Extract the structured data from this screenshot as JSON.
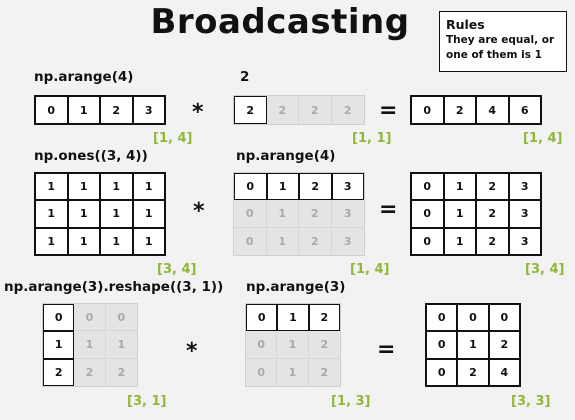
{
  "title": "Broadcasting",
  "rules": {
    "heading": "Rules",
    "line1": "They are equal, or",
    "line2": "one of them is 1"
  },
  "operators": {
    "multiply": "*",
    "equals": "="
  },
  "rows": [
    {
      "a_label": "np.arange(4)",
      "a_shape": "[1, 4]",
      "a_values": [
        [
          "0",
          "1",
          "2",
          "3"
        ]
      ],
      "b_label": "2",
      "b_shape": "[1, 1]",
      "b_values": [
        [
          "2",
          "2",
          "2",
          "2"
        ]
      ],
      "r_shape": "[1, 4]",
      "r_values": [
        [
          "0",
          "2",
          "4",
          "6"
        ]
      ]
    },
    {
      "a_label": "np.ones((3, 4))",
      "a_shape": "[3, 4]",
      "a_values": [
        [
          "1",
          "1",
          "1",
          "1"
        ],
        [
          "1",
          "1",
          "1",
          "1"
        ],
        [
          "1",
          "1",
          "1",
          "1"
        ]
      ],
      "b_label": "np.arange(4)",
      "b_shape": "[1, 4]",
      "b_values": [
        [
          "0",
          "1",
          "2",
          "3"
        ],
        [
          "0",
          "1",
          "2",
          "3"
        ],
        [
          "0",
          "1",
          "2",
          "3"
        ]
      ],
      "r_shape": "[3, 4]",
      "r_values": [
        [
          "0",
          "1",
          "2",
          "3"
        ],
        [
          "0",
          "1",
          "2",
          "3"
        ],
        [
          "0",
          "1",
          "2",
          "3"
        ]
      ]
    },
    {
      "a_label": "np.arange(3).reshape((3, 1))",
      "a_shape": "[3, 1]",
      "a_values": [
        [
          "0",
          "0",
          "0"
        ],
        [
          "1",
          "1",
          "1"
        ],
        [
          "2",
          "2",
          "2"
        ]
      ],
      "b_label": "np.arange(3)",
      "b_shape": "[1, 3]",
      "b_values": [
        [
          "0",
          "1",
          "2"
        ],
        [
          "0",
          "1",
          "2"
        ],
        [
          "0",
          "1",
          "2"
        ]
      ],
      "r_shape": "[3, 3]",
      "r_values": [
        [
          "0",
          "0",
          "0"
        ],
        [
          "0",
          "1",
          "2"
        ],
        [
          "0",
          "2",
          "4"
        ]
      ]
    }
  ]
}
